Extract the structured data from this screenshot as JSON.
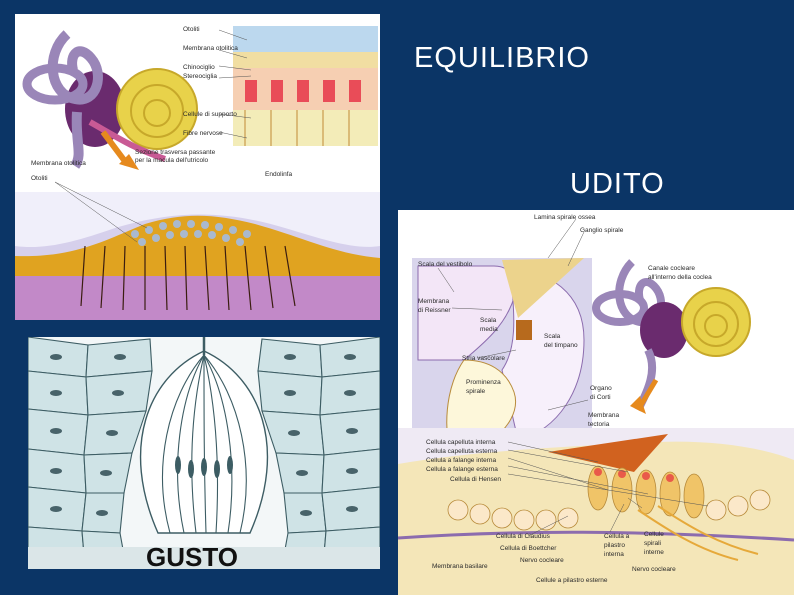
{
  "titles": {
    "equilibrio": "EQUILIBRIO",
    "udito": "UDITO",
    "gusto": "GUSTO"
  },
  "equilibrio_labels": [
    "Otoliti",
    "Membrana otolitica",
    "Chinociglio",
    "Stereociglia",
    "Cellule di supporto",
    "Fibre nervose",
    "Sezione trasversa passante",
    "per la macula dell'utricolo",
    "Membrana otolitica",
    "Otoliti",
    "Endolinfa"
  ],
  "udito_labels": [
    "Lamina spirale ossea",
    "Ganglio spirale",
    "Scala del vestibolo",
    "Canale cocleare",
    "all'interno della coclea",
    "Membrana",
    "di Reissner",
    "Scala",
    "media",
    "Scala",
    "del timpano",
    "Stria vascolare",
    "Prominenza",
    "spirale",
    "Organo",
    "di Corti",
    "Membrana",
    "tectoria",
    "Cellula capelluta interna",
    "Cellula capelluta esterna",
    "Cellula a falange interna",
    "Cellula a falange esterna",
    "Cellula di Hensen",
    "Cellula di Claudius",
    "Cellula di Boettcher",
    "Nervo cocleare",
    "Cellula a",
    "pilastro",
    "interna",
    "Cellule",
    "spirali",
    "interne",
    "Nervo cocleare",
    "Membrana basilare",
    "Cellule a pilastro esterne"
  ],
  "colors": {
    "background": "#0b3566",
    "title_text": "#ffffff",
    "cochlea": "#e8d24a",
    "canals": "#9a86b8",
    "vestibule": "#6a2b6e",
    "macula": "#e0a320",
    "endolymph": "#d6d0ec",
    "taste_cells": "#cfe3e6"
  }
}
